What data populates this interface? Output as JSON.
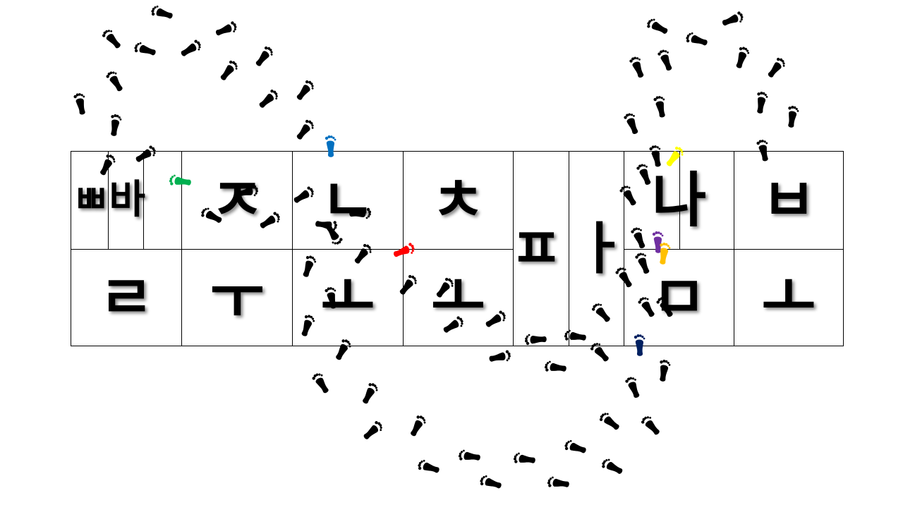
{
  "board": {
    "cells": [
      {
        "text": "ㅃ",
        "second": "바"
      },
      {
        "text": "ㅈ"
      },
      {
        "text": "ㄴ"
      },
      {
        "text": "ㅊ"
      },
      {
        "text": "ㅍ",
        "second": "ㅏ"
      },
      {
        "text": "나"
      },
      {
        "text": "ㅂ"
      },
      {
        "text": "ㄹ"
      },
      {
        "text": "ㅜ"
      },
      {
        "text": "ㅗ"
      },
      {
        "text": "ㅗ"
      },
      {
        "text": "ㅁ"
      },
      {
        "text": "ㅗ"
      }
    ]
  },
  "footprints": {
    "black": "#000000",
    "colored": [
      {
        "name": "green-footprint",
        "color": "#00b050"
      },
      {
        "name": "blue-footprint",
        "color": "#0070c0"
      },
      {
        "name": "red-footprint",
        "color": "#ff0000"
      },
      {
        "name": "yellow-footprint",
        "color": "#ffff00"
      },
      {
        "name": "purple-footprint",
        "color": "#7030a0"
      },
      {
        "name": "orange-footprint",
        "color": "#ffc000"
      },
      {
        "name": "navy-footprint",
        "color": "#002060"
      }
    ]
  }
}
